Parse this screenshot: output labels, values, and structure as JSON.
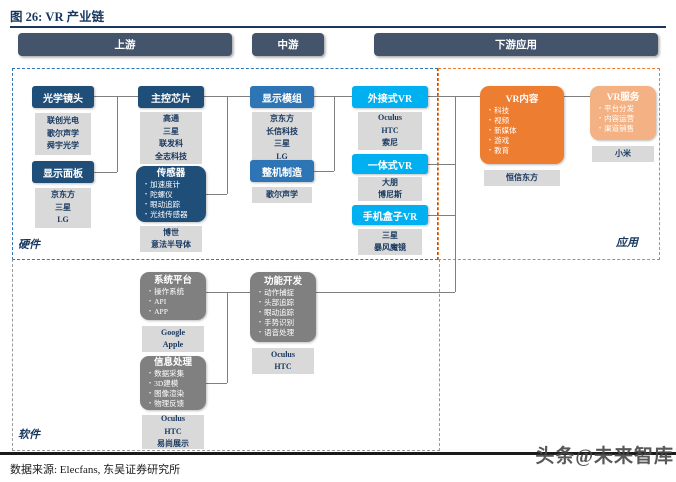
{
  "header": {
    "title": "图 26: VR 产业链"
  },
  "stages": {
    "upstream": "上游",
    "midstream": "中游",
    "downstream": "下游应用"
  },
  "sections": {
    "hardware_label": "硬件",
    "application_label": "应用",
    "software_label": "软件"
  },
  "nodes": {
    "optics": {
      "title": "光学镜头",
      "companies": [
        "联创光电",
        "歌尔声学",
        "舜宇光学"
      ]
    },
    "display_panel": {
      "title": "显示面板",
      "companies": [
        "京东方",
        "三星",
        "LG"
      ]
    },
    "main_chip": {
      "title": "主控芯片",
      "companies": [
        "高通",
        "三星",
        "联发科",
        "全志科技"
      ]
    },
    "sensor": {
      "title": "传感器",
      "items": [
        "加速度计",
        "陀螺仪",
        "眼动追踪",
        "光线传感器"
      ],
      "companies": [
        "博世",
        "意法半导体"
      ]
    },
    "display_module": {
      "title": "显示模组",
      "companies": [
        "京东方",
        "长信科技",
        "三星",
        "LG"
      ]
    },
    "assembly": {
      "title": "整机制造",
      "companies": [
        "歌尔声学"
      ]
    },
    "external_vr": {
      "title": "外接式VR",
      "companies": [
        "Oculus",
        "HTC",
        "索尼"
      ]
    },
    "standalone_vr": {
      "title": "一体式VR",
      "companies": [
        "大朋",
        "博尼斯"
      ]
    },
    "mobile_vr": {
      "title": "手机盒子VR",
      "companies": [
        "三星",
        "暴风魔镜"
      ]
    },
    "vr_content": {
      "title": "VR内容",
      "items": [
        "科技",
        "视频",
        "新媒体",
        "游戏",
        "教育"
      ],
      "companies": [
        "恒信东方"
      ]
    },
    "vr_service": {
      "title": "VR服务",
      "items": [
        "平台分发",
        "内容运营",
        "渠道销售"
      ],
      "companies": [
        "小米"
      ]
    },
    "system_platform": {
      "title": "系统平台",
      "items": [
        "操作系统",
        "API",
        "APP"
      ],
      "companies": [
        "Google",
        "Apple"
      ]
    },
    "info_processing": {
      "title": "信息处理",
      "items": [
        "数据采集",
        "3D建模",
        "图像渲染",
        "物理反馈"
      ],
      "companies": [
        "Oculus",
        "HTC",
        "易尚展示"
      ]
    },
    "function_dev": {
      "title": "功能开发",
      "items": [
        "动作捕捉",
        "头部追踪",
        "眼动追踪",
        "手势识别",
        "语音处理"
      ],
      "companies": [
        "Oculus",
        "HTC"
      ]
    }
  },
  "footer": {
    "source": "数据来源: Elecfans, 东吴证券研究所",
    "watermark": "头条@未来智库"
  },
  "colors": {
    "navy": "#1F4E79",
    "navy_text": "#17375E",
    "button": "#44546A",
    "medium_blue": "#2E75B6",
    "cyan": "#00B0F0",
    "orange": "#ED7D31",
    "light_orange": "#F4B183",
    "gray_node": "#808080",
    "company_bg": "#D9D9D9"
  }
}
